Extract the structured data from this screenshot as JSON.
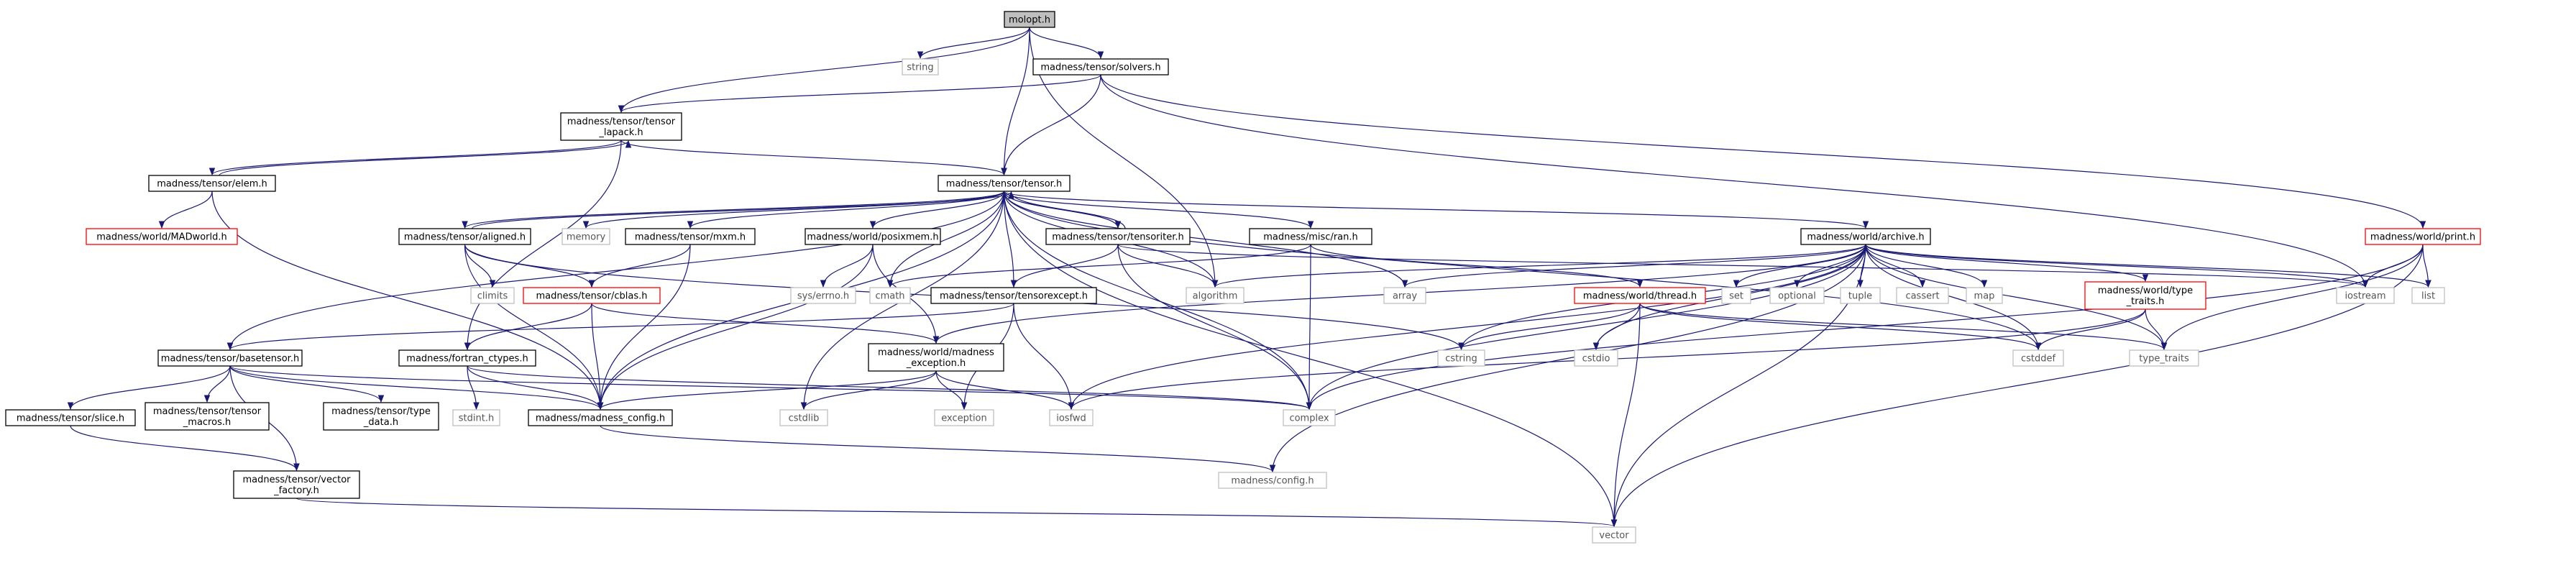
{
  "colors": {
    "edge": "#191970",
    "border_default": "#000000",
    "border_missing_children": "#ff0000",
    "border_system_header": "#bfbfbf",
    "fill_root": "#bfbfbf",
    "text": "#000000",
    "text_system_header": "#000000"
  },
  "nodes": [
    {
      "id": "molopt",
      "lines": [
        "molopt.h"
      ],
      "style": "root"
    },
    {
      "id": "string",
      "lines": [
        "string"
      ],
      "style": "system"
    },
    {
      "id": "solvers",
      "lines": [
        "madness/tensor/solvers.h"
      ],
      "style": "normal"
    },
    {
      "id": "tensor_lapack",
      "lines": [
        "madness/tensor/tensor",
        "_lapack.h"
      ],
      "style": "normal"
    },
    {
      "id": "elem",
      "lines": [
        "madness/tensor/elem.h"
      ],
      "style": "normal"
    },
    {
      "id": "madworld",
      "lines": [
        "madness/world/MADworld.h"
      ],
      "style": "truncated"
    },
    {
      "id": "tensor",
      "lines": [
        "madness/tensor/tensor.h"
      ],
      "style": "normal"
    },
    {
      "id": "aligned",
      "lines": [
        "madness/tensor/aligned.h"
      ],
      "style": "normal"
    },
    {
      "id": "memory",
      "lines": [
        "memory"
      ],
      "style": "system"
    },
    {
      "id": "mxm",
      "lines": [
        "madness/tensor/mxm.h"
      ],
      "style": "normal"
    },
    {
      "id": "posixmem",
      "lines": [
        "madness/world/posixmem.h"
      ],
      "style": "normal"
    },
    {
      "id": "tensoriter",
      "lines": [
        "madness/tensor/tensoriter.h"
      ],
      "style": "normal"
    },
    {
      "id": "ran",
      "lines": [
        "madness/misc/ran.h"
      ],
      "style": "normal"
    },
    {
      "id": "archive",
      "lines": [
        "madness/world/archive.h"
      ],
      "style": "normal"
    },
    {
      "id": "print",
      "lines": [
        "madness/world/print.h"
      ],
      "style": "truncated"
    },
    {
      "id": "climits",
      "lines": [
        "climits"
      ],
      "style": "system"
    },
    {
      "id": "cblas",
      "lines": [
        "madness/tensor/cblas.h"
      ],
      "style": "truncated"
    },
    {
      "id": "errno",
      "lines": [
        "sys/errno.h"
      ],
      "style": "system"
    },
    {
      "id": "cmath",
      "lines": [
        "cmath"
      ],
      "style": "system"
    },
    {
      "id": "tensorexcept",
      "lines": [
        "madness/tensor/tensorexcept.h"
      ],
      "style": "normal"
    },
    {
      "id": "algorithm",
      "lines": [
        "algorithm"
      ],
      "style": "system"
    },
    {
      "id": "array",
      "lines": [
        "array"
      ],
      "style": "system"
    },
    {
      "id": "thread",
      "lines": [
        "madness/world/thread.h"
      ],
      "style": "truncated"
    },
    {
      "id": "set",
      "lines": [
        "set"
      ],
      "style": "system"
    },
    {
      "id": "optional",
      "lines": [
        "optional"
      ],
      "style": "system"
    },
    {
      "id": "tuple",
      "lines": [
        "tuple"
      ],
      "style": "system"
    },
    {
      "id": "cassert",
      "lines": [
        "cassert"
      ],
      "style": "system"
    },
    {
      "id": "map",
      "lines": [
        "map"
      ],
      "style": "system"
    },
    {
      "id": "type_traits_h",
      "lines": [
        "madness/world/type",
        "_traits.h"
      ],
      "style": "truncated"
    },
    {
      "id": "iostream",
      "lines": [
        "iostream"
      ],
      "style": "system"
    },
    {
      "id": "list",
      "lines": [
        "list"
      ],
      "style": "system"
    },
    {
      "id": "basetensor",
      "lines": [
        "madness/tensor/basetensor.h"
      ],
      "style": "normal"
    },
    {
      "id": "fortran",
      "lines": [
        "madness/fortran_ctypes.h"
      ],
      "style": "normal"
    },
    {
      "id": "madexcept",
      "lines": [
        "madness/world/madness",
        "_exception.h"
      ],
      "style": "normal"
    },
    {
      "id": "cstring",
      "lines": [
        "cstring"
      ],
      "style": "system"
    },
    {
      "id": "cstdio",
      "lines": [
        "cstdio"
      ],
      "style": "system"
    },
    {
      "id": "cstddef",
      "lines": [
        "cstddef"
      ],
      "style": "system"
    },
    {
      "id": "type_traits",
      "lines": [
        "type_traits"
      ],
      "style": "system"
    },
    {
      "id": "slice",
      "lines": [
        "madness/tensor/slice.h"
      ],
      "style": "normal"
    },
    {
      "id": "tensor_macros",
      "lines": [
        "madness/tensor/tensor",
        "_macros.h"
      ],
      "style": "normal"
    },
    {
      "id": "type_data",
      "lines": [
        "madness/tensor/type",
        "_data.h"
      ],
      "style": "normal"
    },
    {
      "id": "config_madness",
      "lines": [
        "madness/madness_config.h"
      ],
      "style": "normal"
    },
    {
      "id": "stdint",
      "lines": [
        "stdint.h"
      ],
      "style": "system"
    },
    {
      "id": "cstdlib",
      "lines": [
        "cstdlib"
      ],
      "style": "system"
    },
    {
      "id": "exception",
      "lines": [
        "exception"
      ],
      "style": "system"
    },
    {
      "id": "iosfwd",
      "lines": [
        "iosfwd"
      ],
      "style": "system"
    },
    {
      "id": "complex",
      "lines": [
        "complex"
      ],
      "style": "system"
    },
    {
      "id": "vector_factory",
      "lines": [
        "madness/tensor/vector",
        "_factory.h"
      ],
      "style": "normal"
    },
    {
      "id": "config",
      "lines": [
        "madness/config.h"
      ],
      "style": "system"
    },
    {
      "id": "vector",
      "lines": [
        "vector"
      ],
      "style": "system"
    }
  ],
  "edges": [
    [
      "molopt",
      "string"
    ],
    [
      "molopt",
      "solvers"
    ],
    [
      "molopt",
      "tensor_lapack"
    ],
    [
      "molopt",
      "tensor"
    ],
    [
      "molopt",
      "algorithm"
    ],
    [
      "solvers",
      "tensor_lapack"
    ],
    [
      "solvers",
      "tensor"
    ],
    [
      "solvers",
      "print"
    ],
    [
      "solvers",
      "iostream"
    ],
    [
      "tensor_lapack",
      "tensor"
    ],
    [
      "tensor_lapack",
      "elem"
    ],
    [
      "tensor_lapack",
      "fortran"
    ],
    [
      "elem",
      "tensor_lapack"
    ],
    [
      "elem",
      "madworld"
    ],
    [
      "elem",
      "config_madness"
    ],
    [
      "tensor",
      "aligned"
    ],
    [
      "tensor",
      "memory"
    ],
    [
      "tensor",
      "mxm"
    ],
    [
      "tensor",
      "posixmem"
    ],
    [
      "tensor",
      "tensoriter"
    ],
    [
      "tensor",
      "ran"
    ],
    [
      "tensor",
      "archive"
    ],
    [
      "tensor",
      "basetensor"
    ],
    [
      "tensor",
      "cmath"
    ],
    [
      "tensor",
      "tensorexcept"
    ],
    [
      "tensor",
      "array"
    ],
    [
      "tensor",
      "complex"
    ],
    [
      "tensor",
      "cstdlib"
    ],
    [
      "tensor",
      "cstddef"
    ],
    [
      "tensor",
      "vector"
    ],
    [
      "tensor",
      "config_madness"
    ],
    [
      "tensor",
      "algorithm"
    ],
    [
      "aligned",
      "tensor"
    ],
    [
      "aligned",
      "climits"
    ],
    [
      "aligned",
      "cblas"
    ],
    [
      "aligned",
      "config_madness"
    ],
    [
      "aligned",
      "cstring"
    ],
    [
      "mxm",
      "cblas"
    ],
    [
      "mxm",
      "config_madness"
    ],
    [
      "posixmem",
      "errno"
    ],
    [
      "posixmem",
      "config_madness"
    ],
    [
      "posixmem",
      "madexcept"
    ],
    [
      "tensoriter",
      "tensor"
    ],
    [
      "tensoriter",
      "tensorexcept"
    ],
    [
      "tensoriter",
      "algorithm"
    ],
    [
      "tensoriter",
      "complex"
    ],
    [
      "tensoriter",
      "iostream"
    ],
    [
      "ran",
      "thread"
    ],
    [
      "ran",
      "complex"
    ],
    [
      "ran",
      "cmath"
    ],
    [
      "archive",
      "algorithm"
    ],
    [
      "archive",
      "array"
    ],
    [
      "archive",
      "set"
    ],
    [
      "archive",
      "optional"
    ],
    [
      "archive",
      "tuple"
    ],
    [
      "archive",
      "cassert"
    ],
    [
      "archive",
      "map"
    ],
    [
      "archive",
      "type_traits_h"
    ],
    [
      "archive",
      "iostream"
    ],
    [
      "archive",
      "list"
    ],
    [
      "archive",
      "cstring"
    ],
    [
      "archive",
      "cstdio"
    ],
    [
      "archive",
      "cstddef"
    ],
    [
      "archive",
      "type_traits"
    ],
    [
      "archive",
      "complex"
    ],
    [
      "archive",
      "madexcept"
    ],
    [
      "archive",
      "iosfwd"
    ],
    [
      "archive",
      "config"
    ],
    [
      "archive",
      "vector"
    ],
    [
      "print",
      "iostream"
    ],
    [
      "print",
      "list"
    ],
    [
      "print",
      "type_traits"
    ],
    [
      "print",
      "complex"
    ],
    [
      "print",
      "vector"
    ],
    [
      "cblas",
      "fortran"
    ],
    [
      "cblas",
      "config_madness"
    ],
    [
      "cblas",
      "madexcept"
    ],
    [
      "tensorexcept",
      "basetensor"
    ],
    [
      "tensorexcept",
      "exception"
    ],
    [
      "tensorexcept",
      "iosfwd"
    ],
    [
      "thread",
      "cstring"
    ],
    [
      "thread",
      "cstdio"
    ],
    [
      "thread",
      "cstddef"
    ],
    [
      "thread",
      "type_traits"
    ],
    [
      "thread",
      "vector"
    ],
    [
      "type_traits_h",
      "type_traits"
    ],
    [
      "type_traits_h",
      "cstddef"
    ],
    [
      "type_traits_h",
      "iosfwd"
    ],
    [
      "basetensor",
      "slice"
    ],
    [
      "basetensor",
      "tensor_macros"
    ],
    [
      "basetensor",
      "type_data"
    ],
    [
      "basetensor",
      "config_madness"
    ],
    [
      "basetensor",
      "vector_factory"
    ],
    [
      "basetensor",
      "complex"
    ],
    [
      "fortran",
      "stdint"
    ],
    [
      "fortran",
      "config_madness"
    ],
    [
      "fortran",
      "complex"
    ],
    [
      "madexcept",
      "config_madness"
    ],
    [
      "madexcept",
      "cstdlib"
    ],
    [
      "madexcept",
      "exception"
    ],
    [
      "madexcept",
      "iosfwd"
    ],
    [
      "slice",
      "vector_factory"
    ],
    [
      "config_madness",
      "config"
    ],
    [
      "vector_factory",
      "vector"
    ]
  ]
}
